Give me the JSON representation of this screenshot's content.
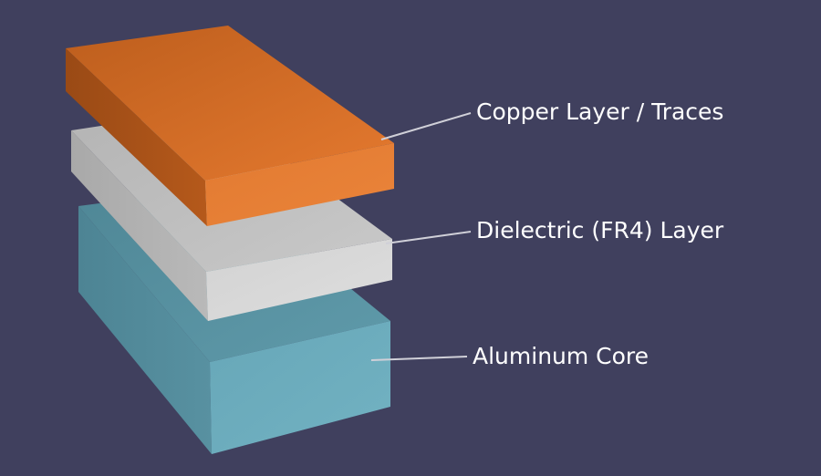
{
  "layers": [
    {
      "id": "copper",
      "label": "Copper Layer / Traces",
      "color": "#e07a30"
    },
    {
      "id": "dielectric",
      "label": "Dielectric (FR4) Layer",
      "color": "#c8c8c8"
    },
    {
      "id": "aluminum",
      "label": "Aluminum Core",
      "color": "#5f9fb0"
    }
  ],
  "background_color": "#40405e",
  "leader_line_color": "#d0d0d8"
}
